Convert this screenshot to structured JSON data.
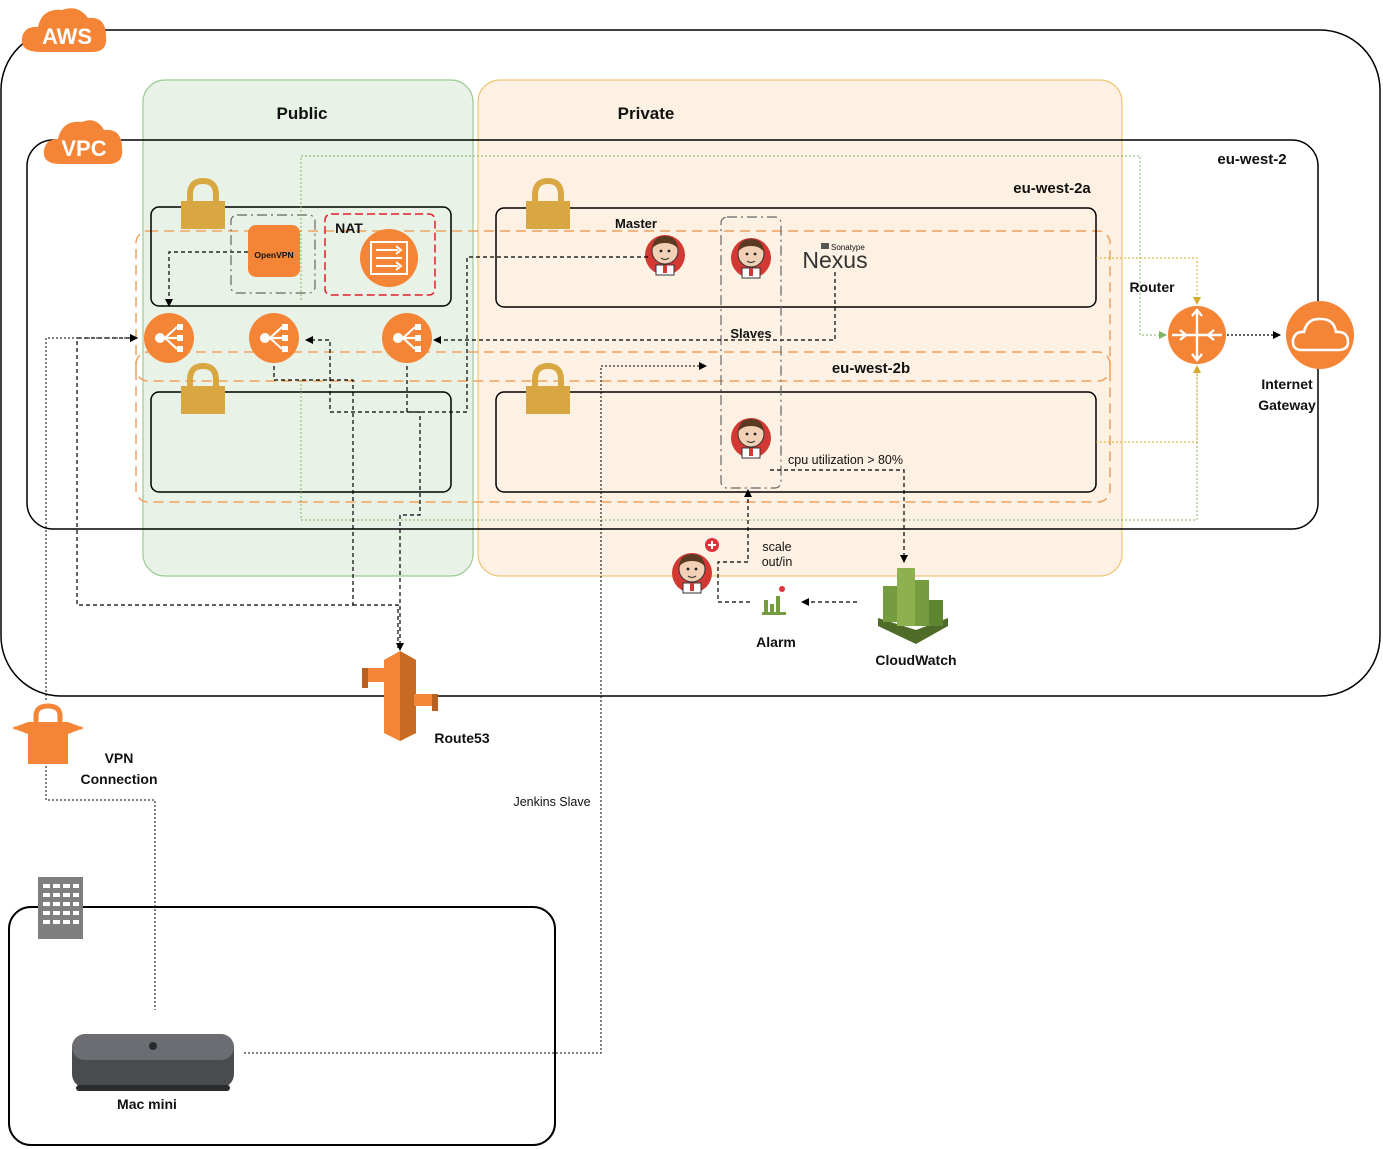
{
  "labels": {
    "aws": "AWS",
    "vpc": "VPC",
    "public": "Public",
    "private": "Private",
    "region": "eu-west-2",
    "az_a": "eu-west-2a",
    "az_b": "eu-west-2b",
    "nat": "NAT",
    "openvpn": "OpenVPN",
    "master": "Master",
    "slaves": "Slaves",
    "nexus_brand": "Sonatype",
    "nexus": "Nexus",
    "router": "Router",
    "igw_line1": "Internet",
    "igw_line2": "Gateway",
    "cpu": "cpu utilization > 80%",
    "scale_line1": "scale",
    "scale_line2": "out/in",
    "alarm": "Alarm",
    "cloudwatch": "CloudWatch",
    "route53": "Route53",
    "vpn_line1": "VPN",
    "vpn_line2": "Connection",
    "jenkins_slave": "Jenkins Slave",
    "mac_mini": "Mac mini"
  },
  "icons": {
    "lock": "lock-icon",
    "load_balancer": "load-balancer-icon",
    "jenkins": "jenkins-icon",
    "router": "router-icon",
    "internet_gateway": "cloud-icon",
    "cloudwatch": "cloudwatch-icon",
    "route53": "route53-icon",
    "vpn": "vpn-lock-icon",
    "building": "building-icon",
    "mac_mini": "mac-mini-icon"
  },
  "colors": {
    "aws_orange": "#F58536",
    "public_fill": "#E8F2E6",
    "public_stroke": "#9FCB98",
    "private_fill": "#FDF1E4",
    "private_stroke": "#F0C47A",
    "lock_gold": "#D9A741",
    "cloudwatch_green": "#759C3E",
    "jenkins_red": "#D33833",
    "green_link": "#82B366",
    "gold_link": "#D6A82C"
  }
}
